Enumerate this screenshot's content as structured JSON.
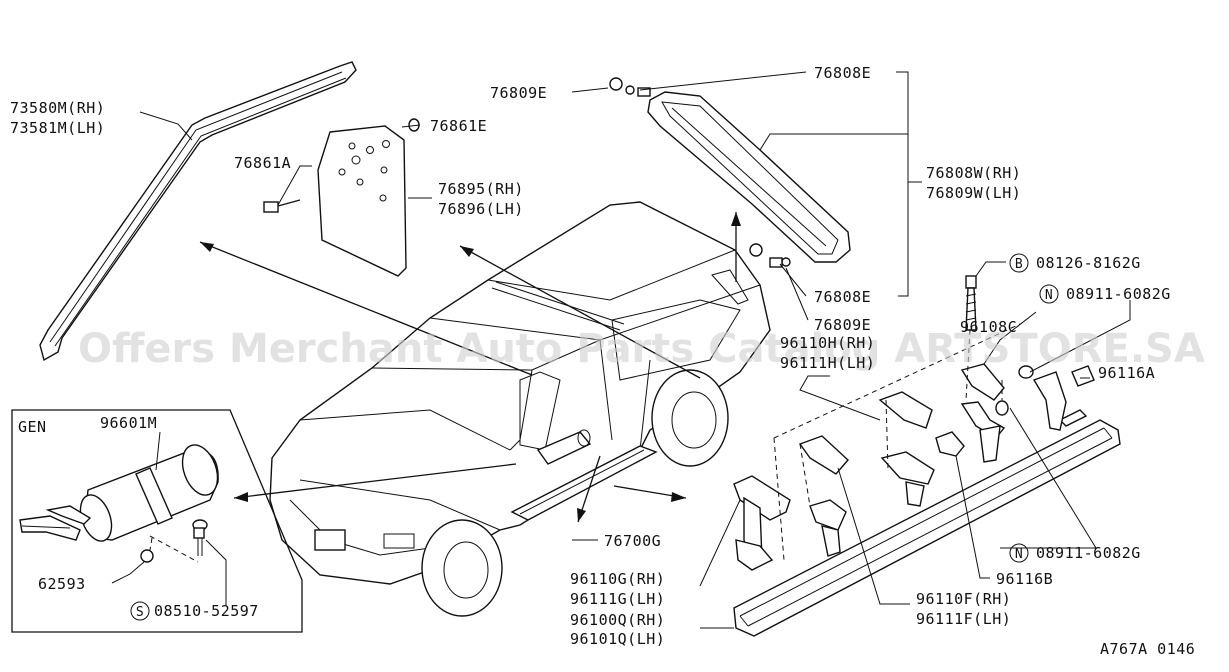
{
  "diagram": {
    "drawing_code": "A767A 0146",
    "watermark": "Offers Merchant Auto Parts Catalog ARTSTORE.SA",
    "inset_title": "GEN",
    "labels": {
      "p73580m": "73580M(RH)",
      "p73581m": "73581M(LH)",
      "p76861e": "76861E",
      "p76861a": "76861A",
      "p76895": "76895(RH)",
      "p76896": "76896(LH)",
      "p76809e_top": "76809E",
      "p76808e_top": "76808E",
      "p76808w": "76808W(RH)",
      "p76809w": "76809W(LH)",
      "p76808e_bottom": "76808E",
      "p76809e_bottom": "76809E",
      "p96110h": "96110H(RH)",
      "p96111h": "96111H(LH)",
      "p96108c": "96108C",
      "p08126": "08126-8162G",
      "p08911_top": "08911-6082G",
      "p96116a": "96116A",
      "p96601m": "96601M",
      "p62593": "62593",
      "p08510": "08510-52597",
      "p76700g": "76700G",
      "p96110g": "96110G(RH)",
      "p96111g": "96111G(LH)",
      "p96100q": "96100Q(RH)",
      "p96101q": "96101Q(LH)",
      "p08911_bottom": "08911-6082G",
      "p96116b": "96116B",
      "p96110f": "96110F(RH)",
      "p96111f": "96111F(LH)"
    },
    "symbols": {
      "b_marker": "B",
      "n_marker": "N",
      "s_marker": "S"
    }
  }
}
